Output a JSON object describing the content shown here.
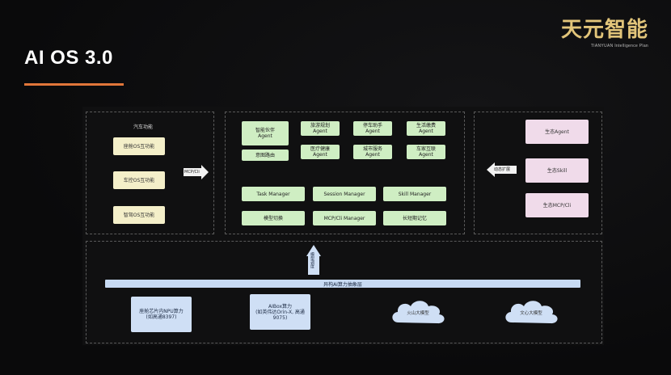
{
  "slide": {
    "title": "AI OS 3.0",
    "brand": {
      "name": "天元智能",
      "tagline": "TIANYUAN Intelligence Plan"
    }
  },
  "left_panel": {
    "label": "汽车功能",
    "items": [
      "座舱OS互功能",
      "车控OS互功能",
      "智驾OS互功能"
    ],
    "connector": "MCP/Cli"
  },
  "center_panel": {
    "agents": [
      "智能伙伴\nAgent",
      "旅游规划\nAgent",
      "停车助手\nAgent",
      "生活缴费\nAgent",
      "意图路由",
      "医疗健康\nAgent",
      "城市服务\nAgent",
      "车家互联\nAgent"
    ],
    "managers": [
      "Task Manager",
      "Session Manager",
      "Skill Manager",
      "模型切换",
      "MCP/Cli Manager",
      "长短期记忆"
    ]
  },
  "right_panel": {
    "ecosystem": [
      "生态Agent",
      "生态Skill",
      "生态MCP/Cli"
    ],
    "extension_label": "动态扩展"
  },
  "bottom_panel": {
    "up_arrow_label": "模型调度",
    "abstraction_bar": "异构AI算力抽象层",
    "compute": [
      "座舱芯片内NPU算力\n(如高通8397)",
      "AIBox算力\n(如英伟达Orin-X, 高通\n9075)"
    ],
    "clouds": [
      "火山大模型",
      "文心大模型"
    ]
  },
  "colors": {
    "accent": "#e1763a",
    "brand_gold": "#e2c57a",
    "left_items": "#f4efc9",
    "center_items": "#cfeec3",
    "right_items": "#f0dbea",
    "bottom_items": "#cfdff5"
  }
}
